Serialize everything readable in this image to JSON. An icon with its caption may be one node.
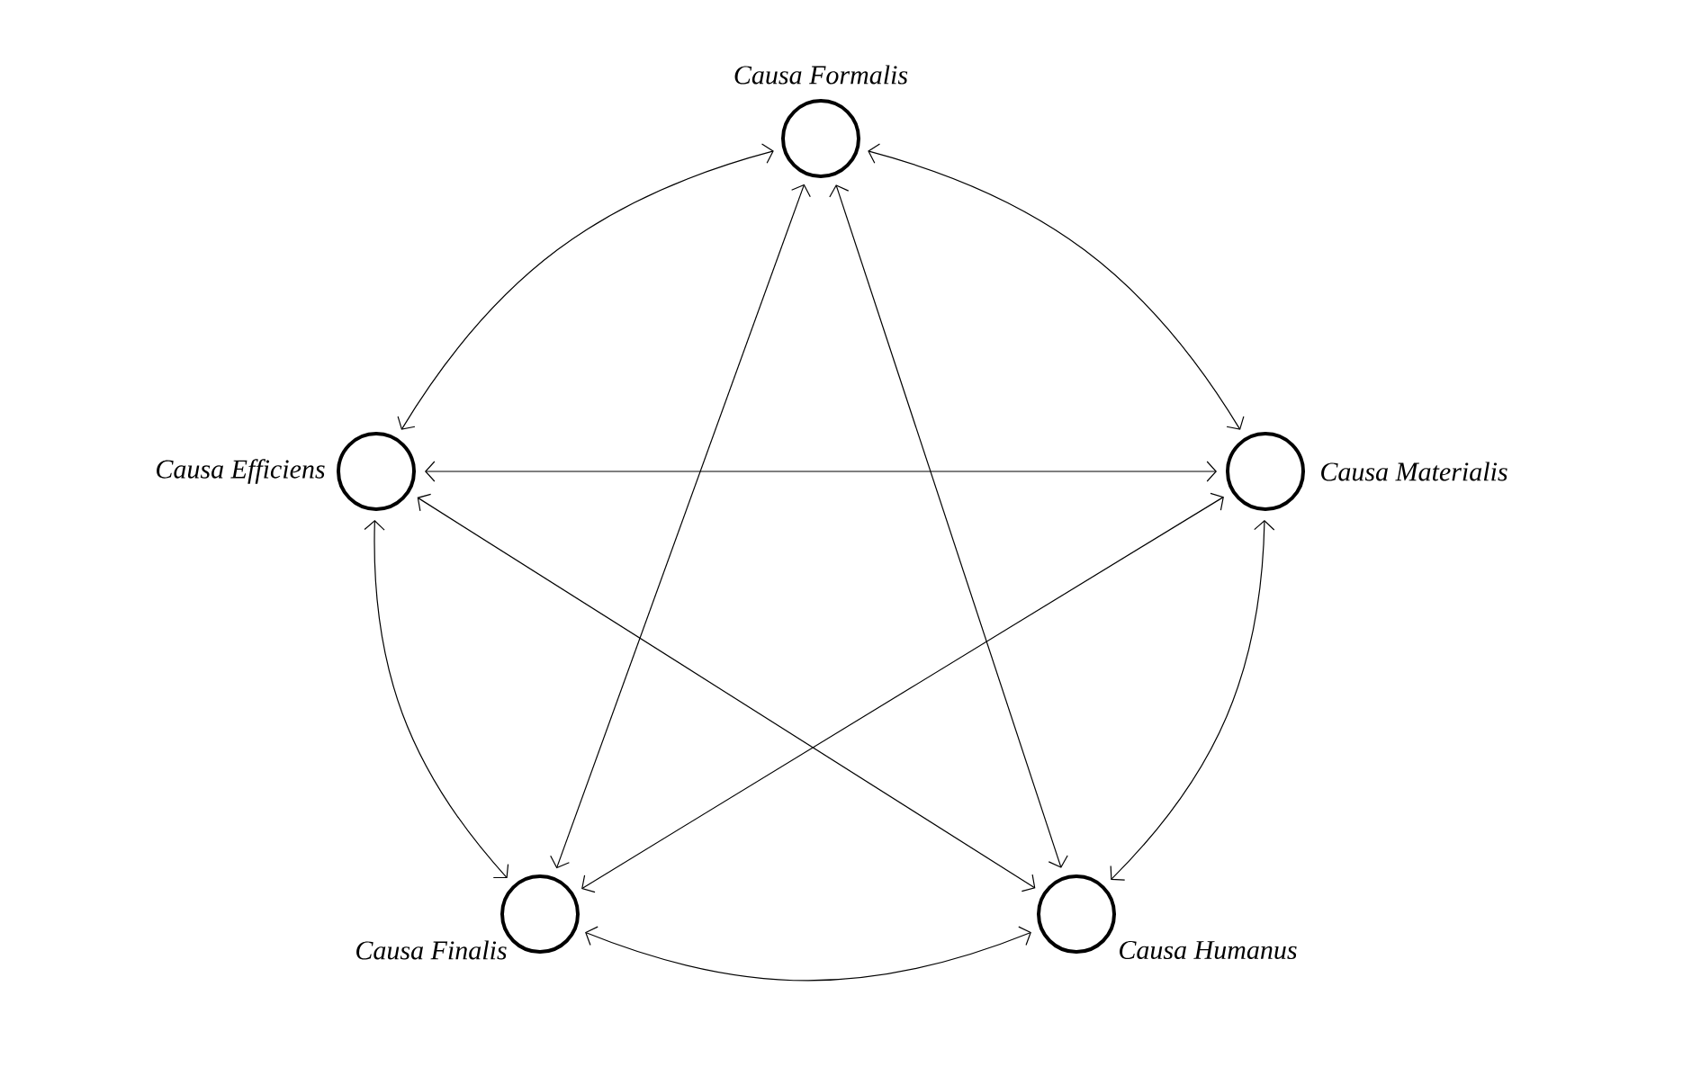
{
  "diagram": {
    "nodes": [
      {
        "text": [
          "Causa Formalis"
        ]
      },
      {
        "text": [
          "Causa Efficiens"
        ]
      },
      {
        "text": [
          "Causa Materialis"
        ]
      },
      {
        "text": [
          "Causa Finalis"
        ]
      },
      {
        "text": [
          "Causa Humanus"
        ]
      }
    ],
    "edges": [
      {
        "from": 0,
        "to": 2,
        "arrow": "both"
      },
      {
        "from": 2,
        "to": 4,
        "arrow": "both"
      },
      {
        "from": 4,
        "to": 3,
        "arrow": "both"
      },
      {
        "from": 3,
        "to": 1,
        "arrow": "both"
      },
      {
        "from": 1,
        "to": 0,
        "arrow": "both"
      },
      {
        "from": 1,
        "to": 2,
        "arrow": "both"
      },
      {
        "from": 0,
        "to": 3,
        "arrow": "both"
      },
      {
        "from": 0,
        "to": 4,
        "arrow": "both"
      },
      {
        "from": 1,
        "to": 4,
        "arrow": "both"
      },
      {
        "from": 2,
        "to": 3,
        "arrow": "both"
      }
    ]
  }
}
